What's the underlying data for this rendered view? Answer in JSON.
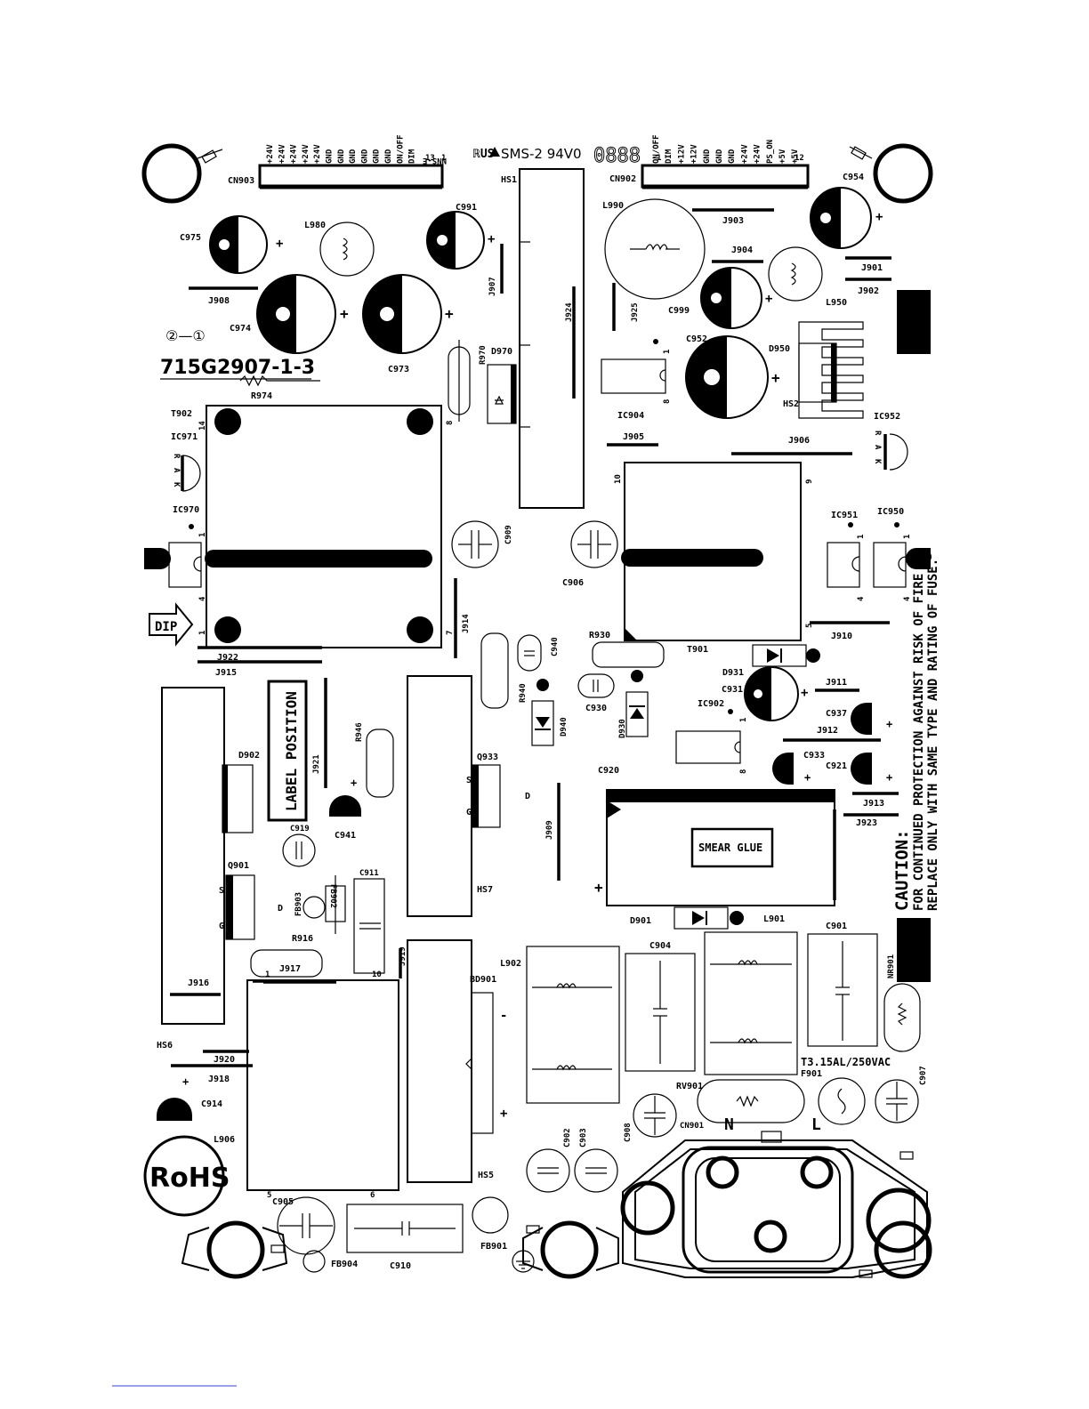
{
  "board": {
    "part_number": "715G2907-1-3",
    "fr_grade": "SMS-2 94V0",
    "ul_mark": "ℝUS",
    "date_code": "0888",
    "arrow_label": "DIP",
    "label_position": "LABEL POSITION",
    "smear_glue": "SMEAR GLUE",
    "rohs": "RoHS",
    "fuse_rating": "T3.15AL/250VAC",
    "pin_marker": "②—①",
    "caution_title": "CAUTION:",
    "caution_line1": "FOR CONTINUED PROTECTION AGAINST RISK OF FIRE",
    "caution_line2": "REPLACE ONLY  WITH SAME TYPE AND RATING OF FUSE.",
    "mirrored_text": "NNS-E",
    "N": "N",
    "L": "L",
    "D": "D",
    "S": "S",
    "G": "G",
    "plus": "+",
    "minus": "-",
    "R": "R",
    "A": "A",
    "K": "K"
  },
  "cn903": {
    "ref": "CN903",
    "pins": [
      "+24V",
      "+24V",
      "+24V",
      "+24V",
      "+24V",
      "GND",
      "GND",
      "GND",
      "GND",
      "GND",
      "GND",
      "ON/OFF",
      "DIM"
    ],
    "pin_first": "1",
    "pin_last": "13"
  },
  "cn902": {
    "ref": "CN902",
    "pins": [
      "ON/OFF",
      "DIM",
      "+12V",
      "+12V",
      "GND",
      "GND",
      "GND",
      "+24V",
      "+24V",
      "PS_ON",
      "+5V",
      "+5V"
    ],
    "pin_first": "1",
    "pin_last": "12"
  },
  "refs": {
    "C975": "C975",
    "L980": "L980",
    "C991": "C991",
    "HS1": "HS1",
    "L990": "L990",
    "J903": "J903",
    "C954": "C954",
    "J908": "J908",
    "C974": "C974",
    "C973": "C973",
    "J907": "J907",
    "J904": "J904",
    "J901": "J901",
    "J902": "J902",
    "L950": "L950",
    "J925": "J925",
    "C999": "C999",
    "J924": "J924",
    "R974": "R974",
    "R970": "R970",
    "D970": "D970",
    "C952": "C952",
    "D950": "D950",
    "HS2": "HS2",
    "IC904": "IC904",
    "T902": "T902",
    "IC971": "IC971",
    "IC952": "IC952",
    "J905": "J905",
    "J906": "J906",
    "IC970": "IC970",
    "C909": "C909",
    "C906": "C906",
    "IC951": "IC951",
    "IC950": "IC950",
    "J914": "J914",
    "J922": "J922",
    "J915": "J915",
    "C940": "C940",
    "R930": "R930",
    "T901": "T901",
    "J910": "J910",
    "D931": "D931",
    "C931": "C931",
    "IC902": "IC902",
    "J911": "J911",
    "C937": "C937",
    "J912": "J912",
    "R940": "R940",
    "D940": "D940",
    "C930": "C930",
    "D930": "D930",
    "R946": "R946",
    "J921": "J921",
    "D902": "D902",
    "Q933": "Q933",
    "C933": "C933",
    "C921": "C921",
    "C920": "C920",
    "J913": "J913",
    "J923": "J923",
    "C919": "C919",
    "C941": "C941",
    "J909": "J909",
    "Q901": "Q901",
    "FB903": "FB903",
    "FB902": "FB902",
    "C911": "C911",
    "HS7": "HS7",
    "D901": "D901",
    "L901": "L901",
    "C901": "C901",
    "R916": "R916",
    "J917": "J917",
    "J919": "J919",
    "L902": "L902",
    "C904": "C904",
    "BD901": "BD901",
    "NR901": "NR901",
    "J916": "J916",
    "HS6": "HS6",
    "J920": "J920",
    "J918": "J918",
    "C914": "C914",
    "F901": "F901",
    "C907": "C907",
    "RV901": "RV901",
    "C908": "C908",
    "CN901": "CN901",
    "L906": "L906",
    "C902": "C902",
    "C903": "C903",
    "HS5": "HS5",
    "C905": "C905",
    "FB901": "FB901",
    "FB904": "FB904",
    "C910": "C910"
  },
  "pins": {
    "p1": "1",
    "p4": "4",
    "p5": "5",
    "p6": "6",
    "p7": "7",
    "p8": "8",
    "p9": "9",
    "p10": "10",
    "p14": "14"
  }
}
